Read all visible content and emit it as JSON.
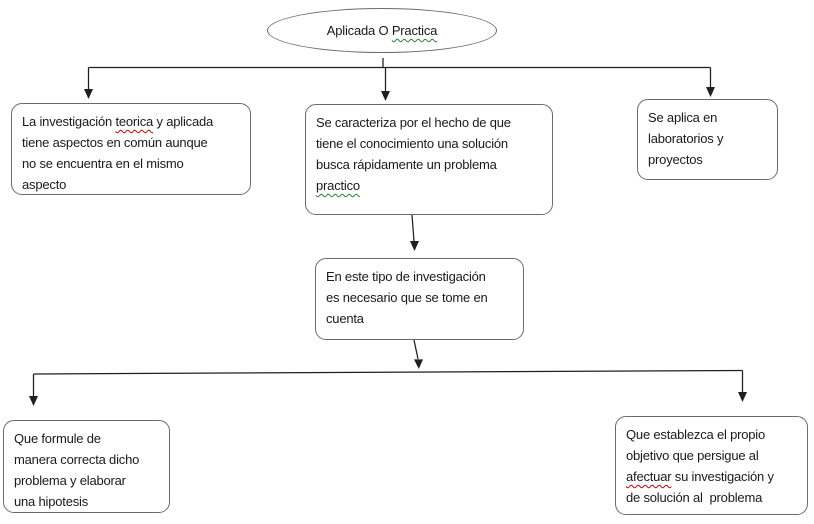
{
  "colors": {
    "line": "#1f1f1f",
    "shape_border": "#6b6b6b",
    "spell_red": "#c00000",
    "spell_green": "#2e7d32"
  },
  "root_node": {
    "pre": "Aplicada O ",
    "mark": "Practica"
  },
  "nodes": {
    "top_left": {
      "l1_pre": "La investigación ",
      "l1_mark": "teorica",
      "l1_post": " y aplicada",
      "l2": "tiene aspectos en común aunque",
      "l3": "no se encuentra en el mismo",
      "l4": "aspecto"
    },
    "top_center": {
      "l1": "Se caracteriza por el hecho de que",
      "l2": "tiene el conocimiento una solución",
      "l3": "busca rápidamente un problema",
      "l4_mark": "practico"
    },
    "top_right": {
      "l1": "Se aplica en",
      "l2": "laboratorios y",
      "l3": "proyectos"
    },
    "middle": {
      "l1": "En este tipo de investigación",
      "l2": "es necesario que se tome en",
      "l3": "cuenta"
    },
    "bottom_left": {
      "l1": "Que formule de",
      "l2": "manera correcta dicho",
      "l3": "problema y elaborar",
      "l4": "una hipotesis"
    },
    "bottom_right": {
      "l1": "Que establezca el propio",
      "l2": "objetivo que persigue al",
      "l3_mark": "afectuar",
      "l3_post": " su investigación y",
      "l4": "de solución al  problema"
    }
  }
}
